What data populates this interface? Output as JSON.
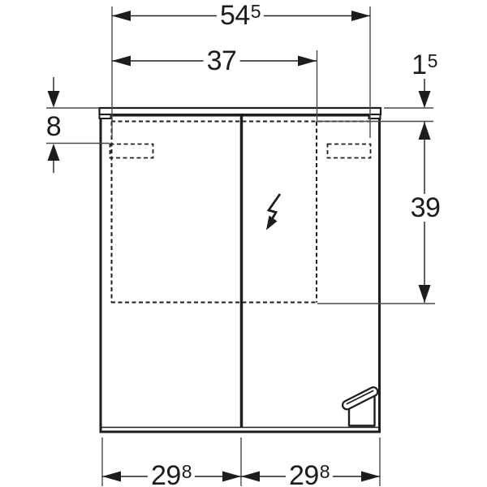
{
  "page": {
    "background_color": "#ffffff",
    "line_color": "#1d1d1d",
    "description": "Technical dimension drawing of a two-door mirror cabinet with light strip, front view"
  },
  "dimensions": {
    "total_width": {
      "main": "54",
      "sup": "5"
    },
    "recess_width": {
      "main": "37",
      "sup": ""
    },
    "top_profile_height": {
      "main": "1",
      "sup": "5"
    },
    "recess_height": {
      "main": "39",
      "sup": ""
    },
    "top_offset": {
      "main": "8",
      "sup": ""
    },
    "left_door_width": {
      "main": "29",
      "sup": "8"
    },
    "right_door_width": {
      "main": "29",
      "sup": "8"
    }
  },
  "icons": {
    "lightning": "electrical-connection-flash",
    "socket": "internal-power-socket"
  }
}
